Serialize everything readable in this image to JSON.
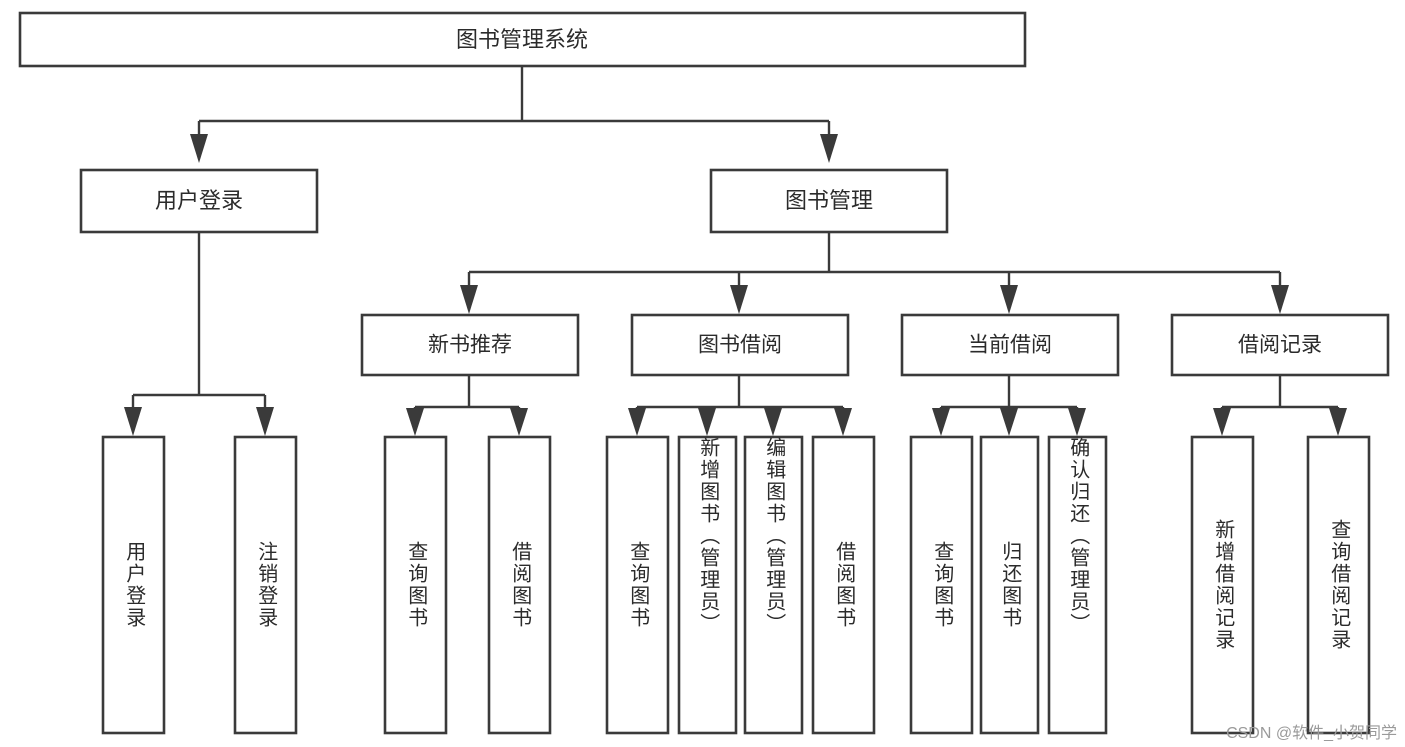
{
  "diagram": {
    "title": "图书管理系统",
    "type": "tree-hierarchy-diagram",
    "root": {
      "id": "root",
      "label": "图书管理系统"
    },
    "level2": [
      {
        "id": "user-login",
        "label": "用户登录"
      },
      {
        "id": "book-manage",
        "label": "图书管理"
      }
    ],
    "level3": [
      {
        "id": "new-book-rec",
        "label": "新书推荐",
        "parent": "book-manage"
      },
      {
        "id": "book-borrow",
        "label": "图书借阅",
        "parent": "book-manage"
      },
      {
        "id": "current-borrow",
        "label": "当前借阅",
        "parent": "book-manage"
      },
      {
        "id": "borrow-record",
        "label": "借阅记录",
        "parent": "book-manage"
      }
    ],
    "leaves": {
      "user-login": [
        {
          "id": "leaf-user-login",
          "label": "用户登录"
        },
        {
          "id": "leaf-user-logout",
          "label": "注销登录"
        }
      ],
      "new-book-rec": [
        {
          "id": "leaf-query-book-1",
          "label": "查询图书"
        },
        {
          "id": "leaf-borrow-book-1",
          "label": "借阅图书"
        }
      ],
      "book-borrow": [
        {
          "id": "leaf-query-book-2",
          "label": "查询图书"
        },
        {
          "id": "leaf-add-book",
          "label": "新增图书（管理员）"
        },
        {
          "id": "leaf-edit-book",
          "label": "编辑图书（管理员）"
        },
        {
          "id": "leaf-borrow-book-2",
          "label": "借阅图书"
        }
      ],
      "current-borrow": [
        {
          "id": "leaf-query-book-3",
          "label": "查询图书"
        },
        {
          "id": "leaf-return-book",
          "label": "归还图书"
        },
        {
          "id": "leaf-confirm-return",
          "label": "确认归还（管理员）"
        }
      ],
      "borrow-record": [
        {
          "id": "leaf-add-record",
          "label": "新增借阅记录"
        },
        {
          "id": "leaf-query-record",
          "label": "查询借阅记录"
        }
      ]
    }
  },
  "watermark": {
    "text": "CSDN @软件_小贺同学"
  },
  "colors": {
    "stroke": "#3a3a3a",
    "fill": "#ffffff",
    "text": "#2b2b2b",
    "watermark": "#9a9a9a",
    "background": "#ffffff"
  }
}
